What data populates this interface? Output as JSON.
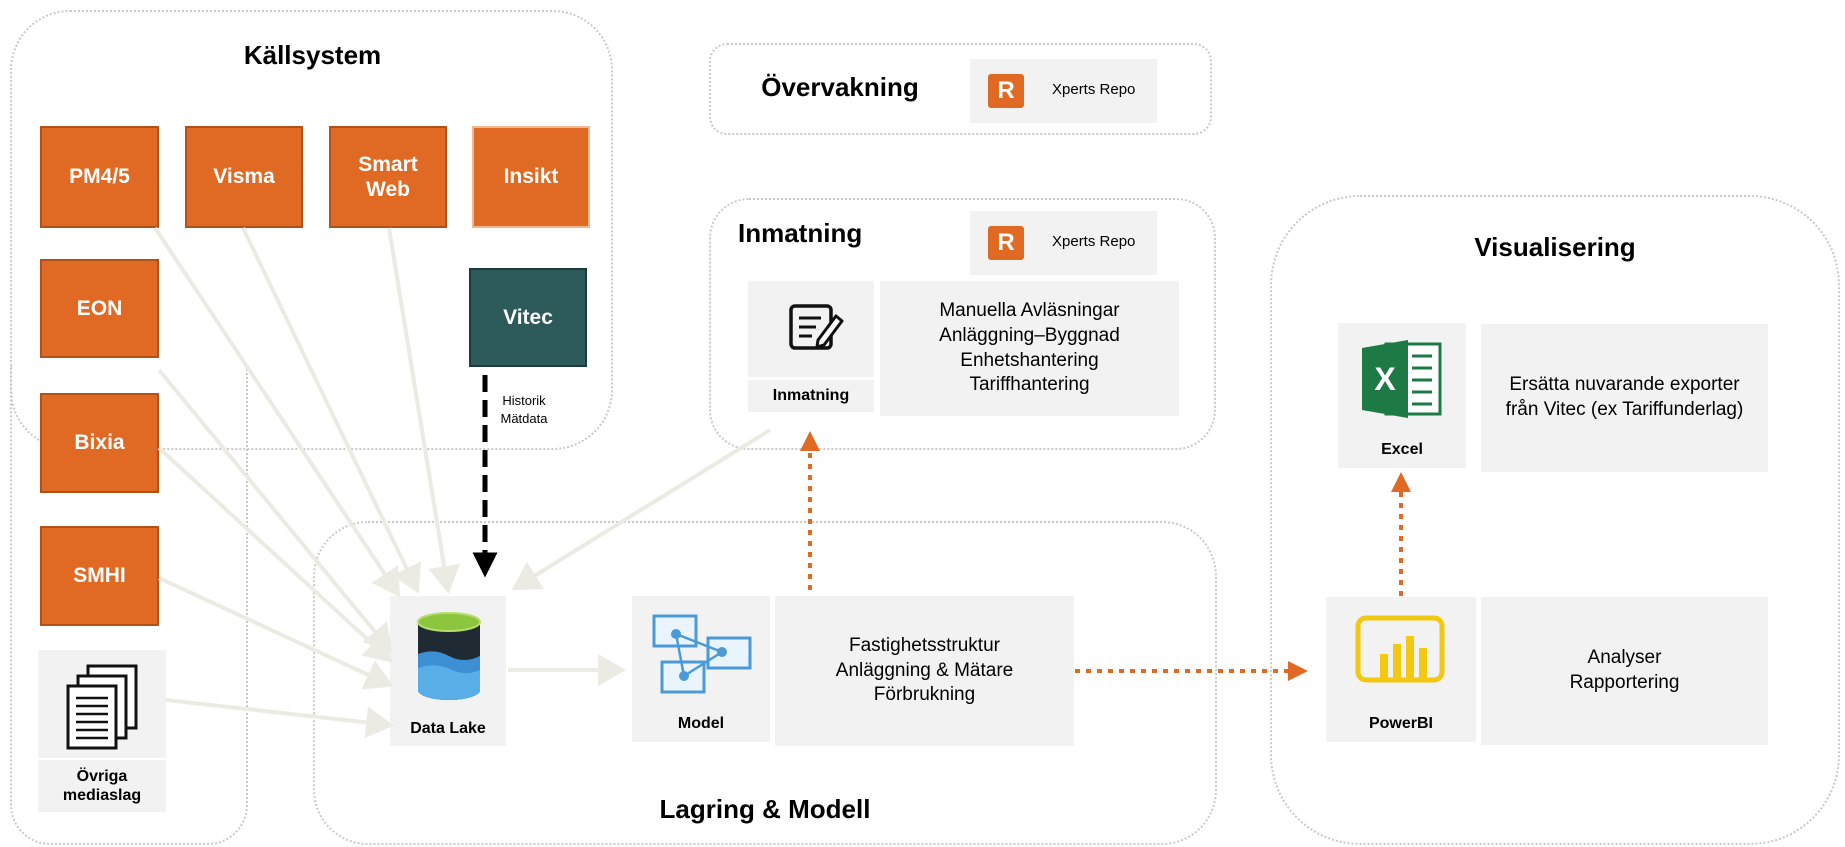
{
  "colors": {
    "source_fill": "#e06a23",
    "vitec_fill": "#2d5a5b",
    "arrow_dotted": "#e06a23",
    "arrow_flow": "#ecebe3",
    "group_border": "#c9c9c9",
    "tile_bg": "#f2f2f2"
  },
  "groups": {
    "kallsystem": "Källsystem",
    "overvakning": "Övervakning",
    "inmatning": "Inmatning",
    "visualisering": "Visualisering",
    "lagring": "Lagring & Modell"
  },
  "sources": {
    "pm45": "PM4/5",
    "visma": "Visma",
    "smartweb": "Smart\nWeb",
    "insikt": "Insikt",
    "eon": "EON",
    "vitec": "Vitec",
    "bixia": "Bixia",
    "smhi": "SMHI",
    "ovriga": "Övriga\nmediaslag"
  },
  "vitec_note": "Historik\nMätdata",
  "xperts": {
    "label1": "Xperts Repo",
    "label2": "Xperts Repo",
    "letter": "R"
  },
  "inmatning": {
    "caption": "Inmatning",
    "items": "Manuella Avläsningar\nAnläggning–Byggnad\nEnhetshantering\nTariffhantering"
  },
  "datalake": {
    "caption": "Data Lake"
  },
  "model": {
    "caption": "Model",
    "items": "Fastighetsstruktur\nAnläggning & Mätare\nFörbrukning"
  },
  "excel": {
    "caption": "Excel",
    "items": "Ersätta nuvarande exporter\nfrån Vitec (ex Tariffunderlag)"
  },
  "powerbi": {
    "caption": "PowerBI",
    "items": "Analyser\nRapportering"
  },
  "icons": [
    "document-stack-icon",
    "edit-form-icon",
    "data-lake-icon",
    "model-graph-icon",
    "excel-icon",
    "powerbi-icon",
    "xperts-repo-icon"
  ]
}
